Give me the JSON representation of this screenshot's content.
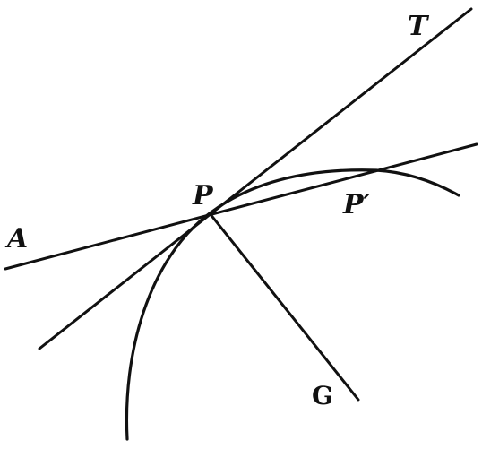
{
  "labels": {
    "tangent": "T",
    "point": "P",
    "second_point": "P′",
    "secant_end": "A",
    "normal_end": "G"
  }
}
